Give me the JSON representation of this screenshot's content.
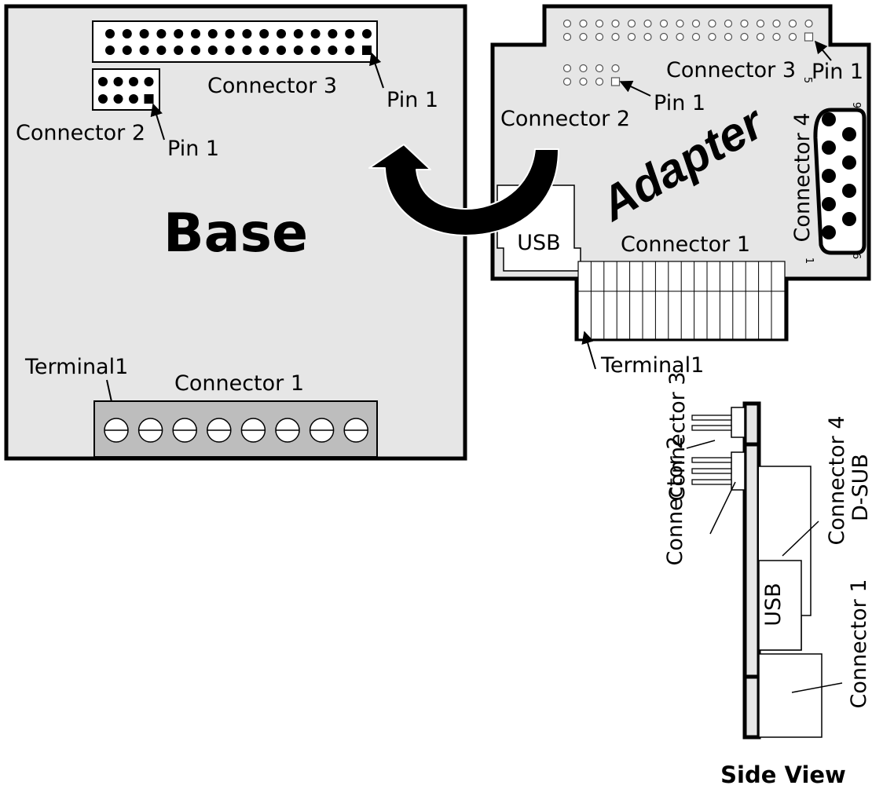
{
  "base": {
    "title": "Base",
    "connector3": "Connector 3",
    "connector2": "Connector 2",
    "connector1": "Connector 1",
    "pin1_c3": "Pin 1",
    "pin1_c2": "Pin 1",
    "terminal1": "Terminal1"
  },
  "adapter": {
    "title": "Adapter",
    "connector3": "Connector 3",
    "connector2": "Connector 2",
    "connector1": "Connector 1",
    "connector4": "Connector 4",
    "pin1_c3": "Pin 1",
    "pin1_c2": "Pin 1",
    "usb": "USB",
    "terminal1": "Terminal1",
    "dsub_pin5": "5",
    "dsub_pin9": "9",
    "dsub_pin1": "1",
    "dsub_pin6": "6"
  },
  "side_view": {
    "title": "Side View",
    "connector3": "Connector 3",
    "connector2": "Connector 2",
    "connector4": "Connector 4",
    "dsub": "D-SUB",
    "usb": "USB",
    "connector1": "Connector 1"
  },
  "colors": {
    "board_fill": "#e6e6e6",
    "terminal_fill": "#bdbdbd",
    "line": "#000000"
  }
}
